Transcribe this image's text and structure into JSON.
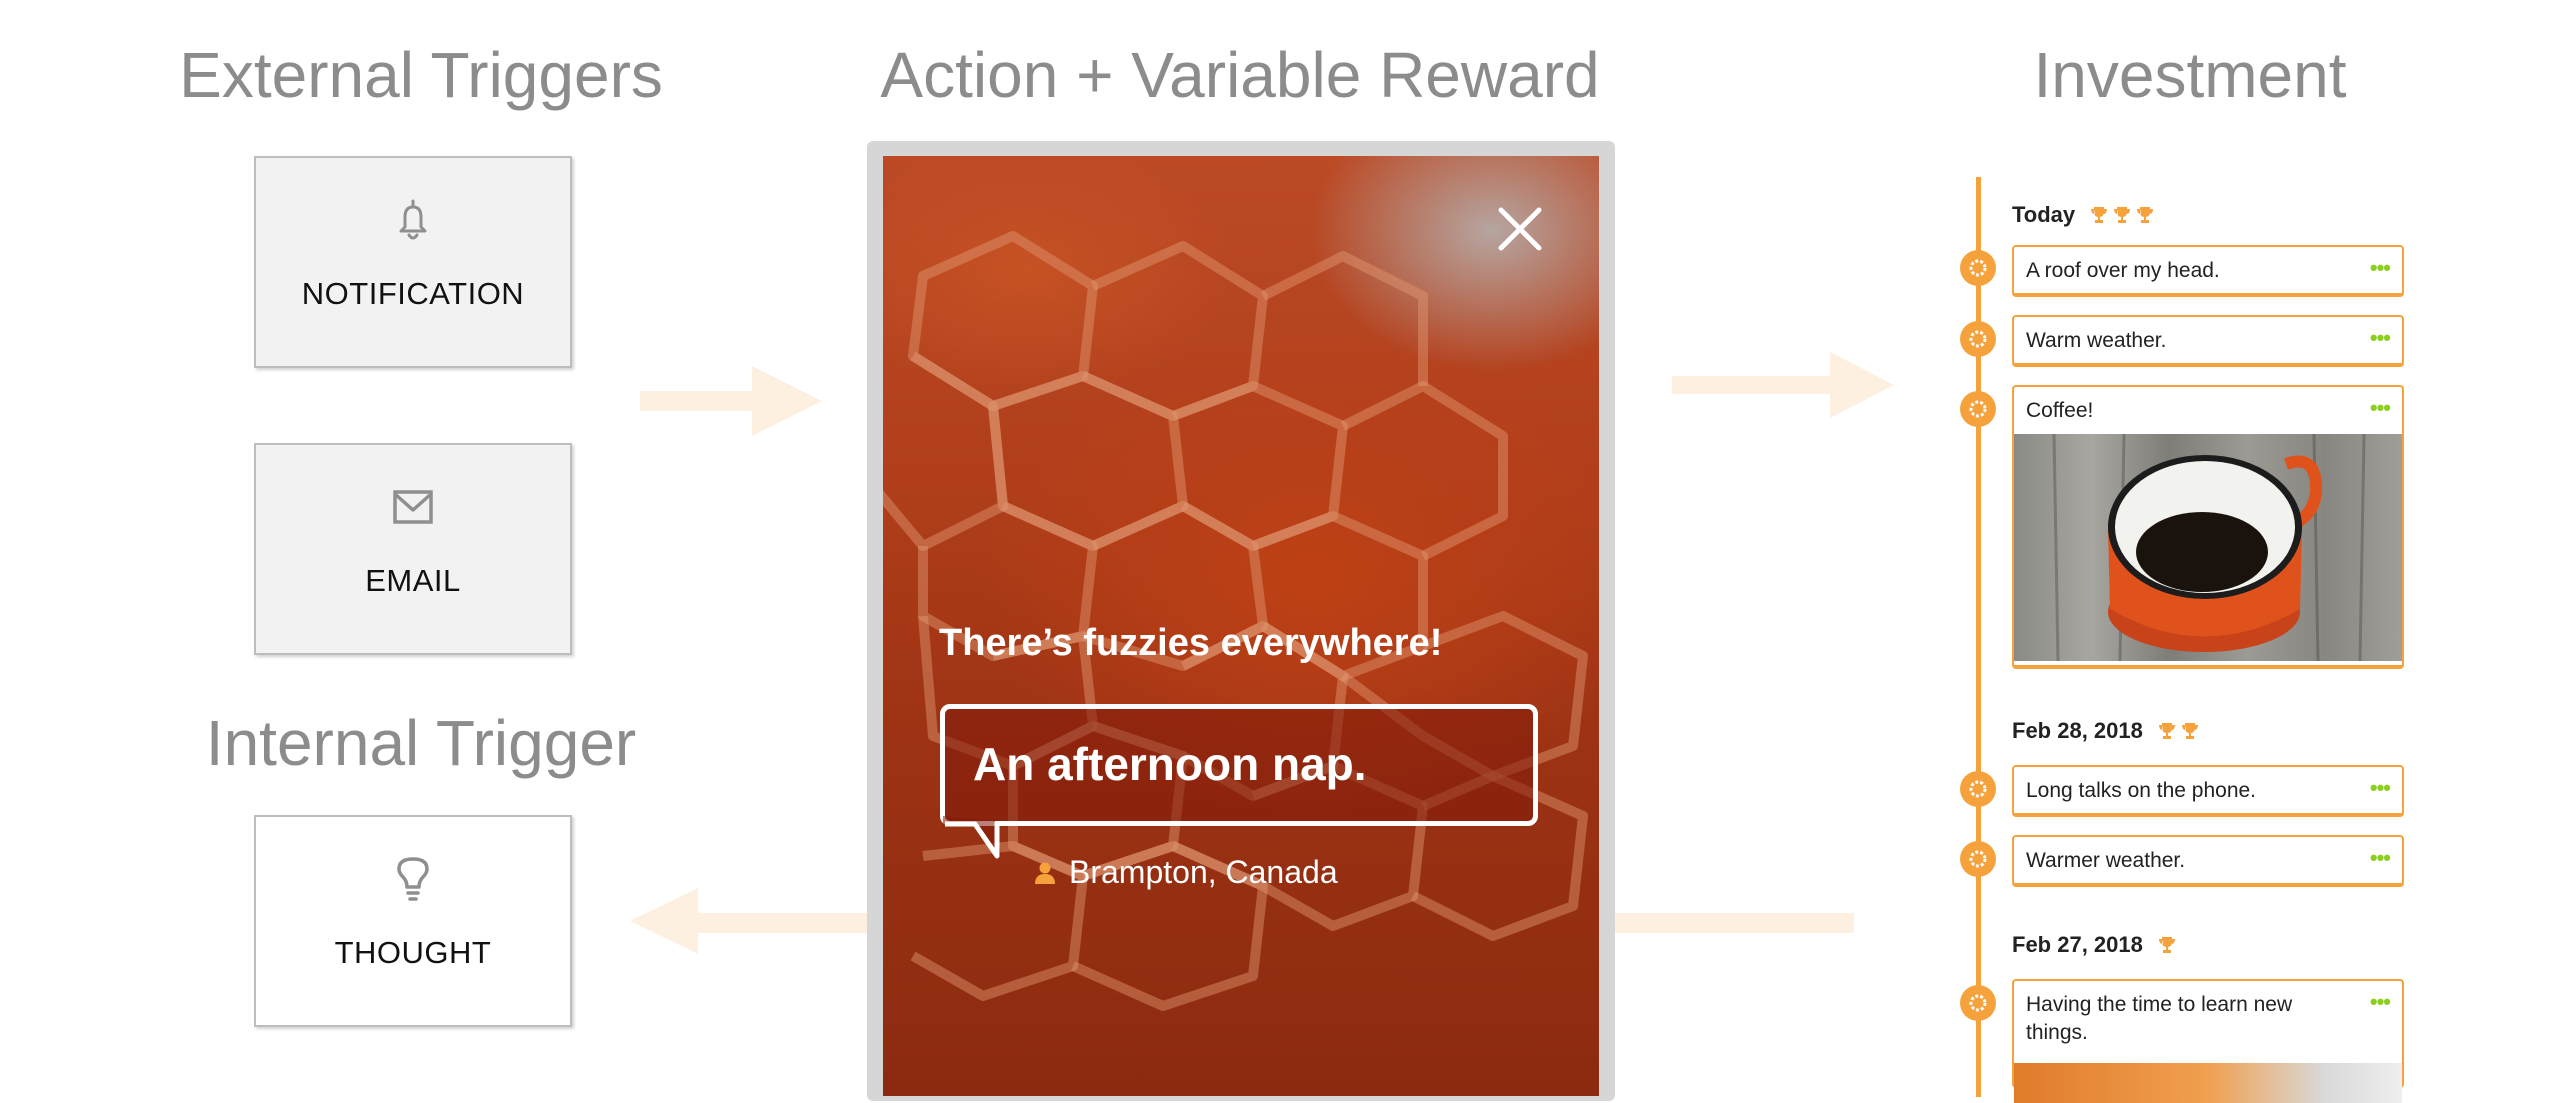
{
  "headings": {
    "external": "External Triggers",
    "action": "Action + Variable Reward",
    "investment": "Investment",
    "internal": "Internal Trigger"
  },
  "triggers": {
    "notification": {
      "label": "NOTIFICATION",
      "icon": "bell-icon"
    },
    "email": {
      "label": "EMAIL",
      "icon": "envelope-icon"
    },
    "thought": {
      "label": "THOUGHT",
      "icon": "lightbulb-icon"
    }
  },
  "reward": {
    "title": "There’s fuzzies everywhere!",
    "message": "An afternoon nap.",
    "location": "Brampton, Canada",
    "close_icon": "close-icon",
    "location_icon": "person-icon"
  },
  "timeline": {
    "days": [
      {
        "date": "Today",
        "trophies": 3,
        "entries": [
          {
            "text": "A roof over my head.",
            "more": "•••"
          },
          {
            "text": "Warm weather.",
            "more": "•••"
          },
          {
            "text": "Coffee!",
            "more": "•••"
          }
        ]
      },
      {
        "date": "Feb 28, 2018",
        "trophies": 2,
        "entries": [
          {
            "text": "Long talks on the phone.",
            "more": "•••"
          },
          {
            "text": "Warmer weather.",
            "more": "•••"
          }
        ]
      },
      {
        "date": "Feb 27, 2018",
        "trophies": 1,
        "entries": [
          {
            "text": "Having the time to learn new things.",
            "more": "•••"
          }
        ]
      }
    ]
  },
  "colors": {
    "accent_orange": "#f5a23c",
    "arrow_fill": "#fdf0e0",
    "more_green": "#8ccf1f",
    "heading_gray": "#8c8c8c"
  }
}
